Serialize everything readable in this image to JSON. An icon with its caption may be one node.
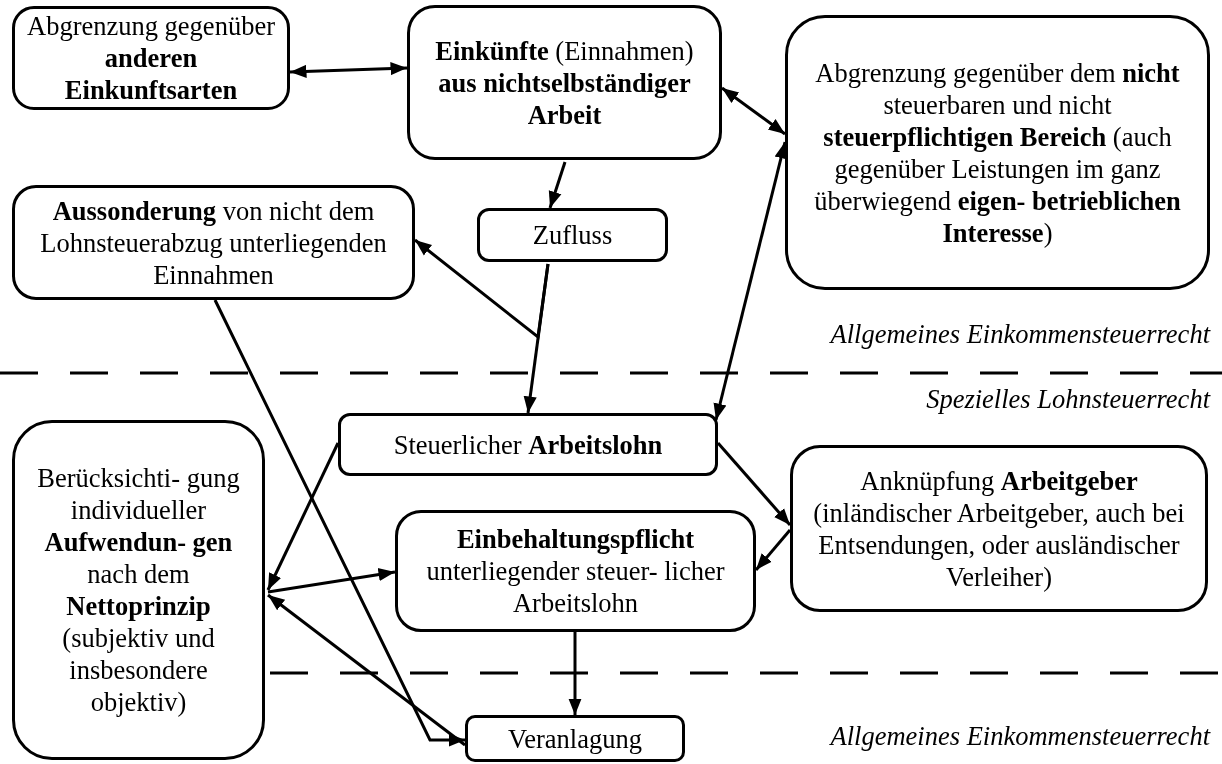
{
  "diagram": {
    "nodes": [
      {
        "text": [
          "Abgrenzung gegenüber **anderen Einkunftsarten**"
        ]
      },
      {
        "text": [
          "**Einkünfte** (Einnahmen) **aus nichtselbständiger Arbeit**"
        ]
      },
      {
        "text": [
          "Abgrenzung gegenüber dem **nicht** steuerbaren und nicht **steuerpflichtigen Bereich** (auch gegenüber Leistungen im ganz überwiegend **eigen- betrieblichen Interesse**)"
        ]
      },
      {
        "text": [
          "**Aussonderung** von nicht dem Lohnsteuerabzug unterliegenden Einnahmen"
        ]
      },
      {
        "text": [
          "Zufluss"
        ]
      },
      {
        "text": [
          "Steuerlicher **Arbeitslohn**"
        ]
      },
      {
        "text": [
          "Berücksichti- gung individueller **Aufwendun- gen** nach dem **Nettoprinzip** (subjektiv und insbesondere objektiv)"
        ]
      },
      {
        "text": [
          "Anknüpfung **Arbeitgeber** (inländischer Arbeitgeber, auch bei Entsendungen, oder ausländischer Verleiher)"
        ]
      },
      {
        "text": [
          "**Einbehaltungspflicht** unterliegender steuer- licher Arbeitslohn"
        ]
      },
      {
        "text": [
          "Veranlagung"
        ]
      }
    ],
    "edges": [
      {
        "from": 0,
        "to": 1,
        "arrow": "both"
      },
      {
        "from": 1,
        "to": 4,
        "arrow": "to"
      },
      {
        "from": 1,
        "to": 2,
        "arrow": "both"
      },
      {
        "from": 5,
        "to": 2,
        "arrow": "both"
      },
      {
        "from": 4,
        "to": 5,
        "arrow": "to"
      },
      {
        "from": 4,
        "to": 3,
        "arrow": "to"
      },
      {
        "from": 3,
        "to": 9,
        "arrow": "to"
      },
      {
        "from": 5,
        "to": 6,
        "arrow": "to"
      },
      {
        "from": 6,
        "to": 8,
        "arrow": "to"
      },
      {
        "from": 9,
        "to": 6,
        "arrow": "to"
      },
      {
        "from": 5,
        "to": 7,
        "arrow": "to"
      },
      {
        "from": 7,
        "to": 8,
        "arrow": "to"
      },
      {
        "from": 8,
        "to": 9,
        "arrow": "to"
      }
    ],
    "labels": [
      "Allgemeines Einkommensteuerrecht",
      "Spezielles Lohnsteuerrecht",
      "Allgemeines Einkommensteuerrecht"
    ]
  }
}
